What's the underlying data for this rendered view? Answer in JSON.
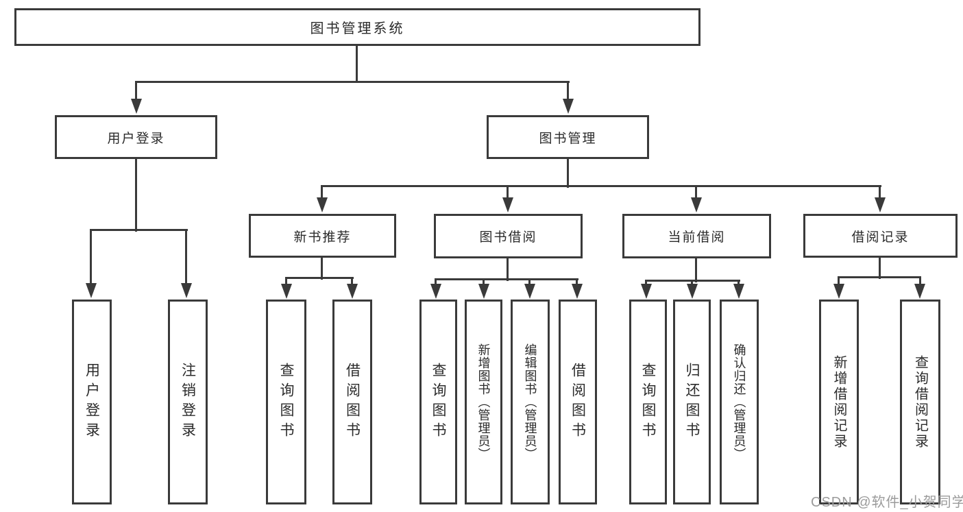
{
  "diagram": {
    "root": {
      "label": "图书管理系统"
    },
    "level2": [
      {
        "label": "用户登录"
      },
      {
        "label": "图书管理"
      }
    ],
    "level3": [
      {
        "label": "新书推荐"
      },
      {
        "label": "图书借阅"
      },
      {
        "label": "当前借阅"
      },
      {
        "label": "借阅记录"
      }
    ],
    "leaves": {
      "user_login": [
        "用户登录",
        "注销登录"
      ],
      "new_books": [
        "查询图书",
        "借阅图书"
      ],
      "book_borrow": [
        "查询图书",
        "新增图书（管理员）",
        "编辑图书（管理员）",
        "借阅图书"
      ],
      "current_borrow": [
        "查询图书",
        "归还图书",
        "确认归还（管理员）"
      ],
      "borrow_records": [
        "新增借阅记录",
        "查询借阅记录"
      ]
    }
  },
  "colors": {
    "line": "#3a3a3a",
    "text": "#2b2b2b",
    "watermark": "#9b9b9b",
    "background": "#ffffff"
  },
  "watermark": {
    "text": "CSDN @软件_小贺同学"
  }
}
